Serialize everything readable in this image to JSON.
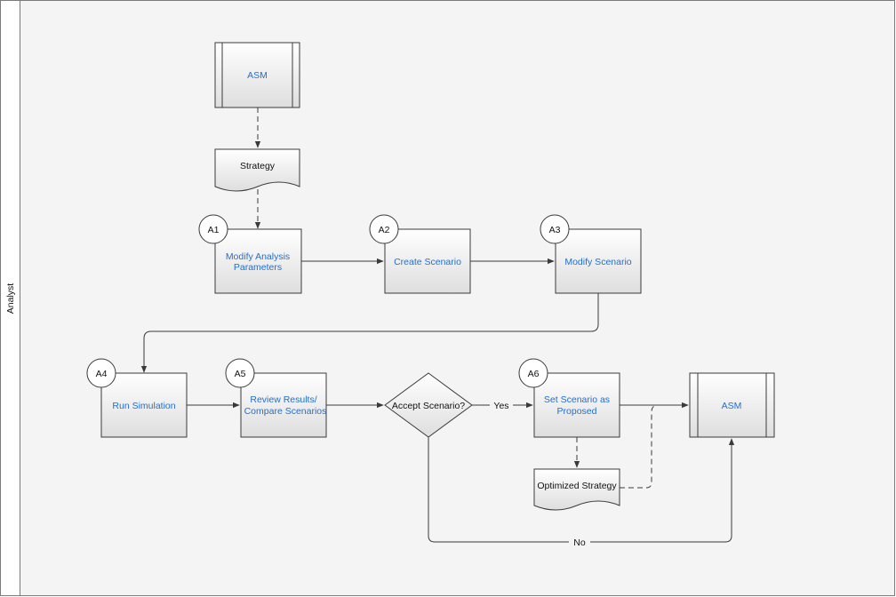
{
  "lane": {
    "label": "Analyst"
  },
  "nodes": {
    "asm_top": {
      "label": "ASM"
    },
    "strategy": {
      "label": "Strategy"
    },
    "a1": {
      "badge": "A1",
      "line1": "Modify Analysis",
      "line2": "Parameters"
    },
    "a2": {
      "badge": "A2",
      "label": "Create Scenario"
    },
    "a3": {
      "badge": "A3",
      "label": "Modify Scenario"
    },
    "a4": {
      "badge": "A4",
      "label": "Run Simulation"
    },
    "a5": {
      "badge": "A5",
      "line1": "Review Results/",
      "line2": "Compare Scenarios"
    },
    "decision": {
      "label": "Accept Scenario?"
    },
    "a6": {
      "badge": "A6",
      "line1": "Set Scenario as",
      "line2": "Proposed"
    },
    "asm_right": {
      "label": "ASM"
    },
    "optimized": {
      "label": "Optimized Strategy"
    }
  },
  "edges": {
    "yes": "Yes",
    "no": "No"
  },
  "colors": {
    "link": "#1f6fd1",
    "canvas": "#f4f4f4",
    "stroke": "#3a3a3a"
  }
}
